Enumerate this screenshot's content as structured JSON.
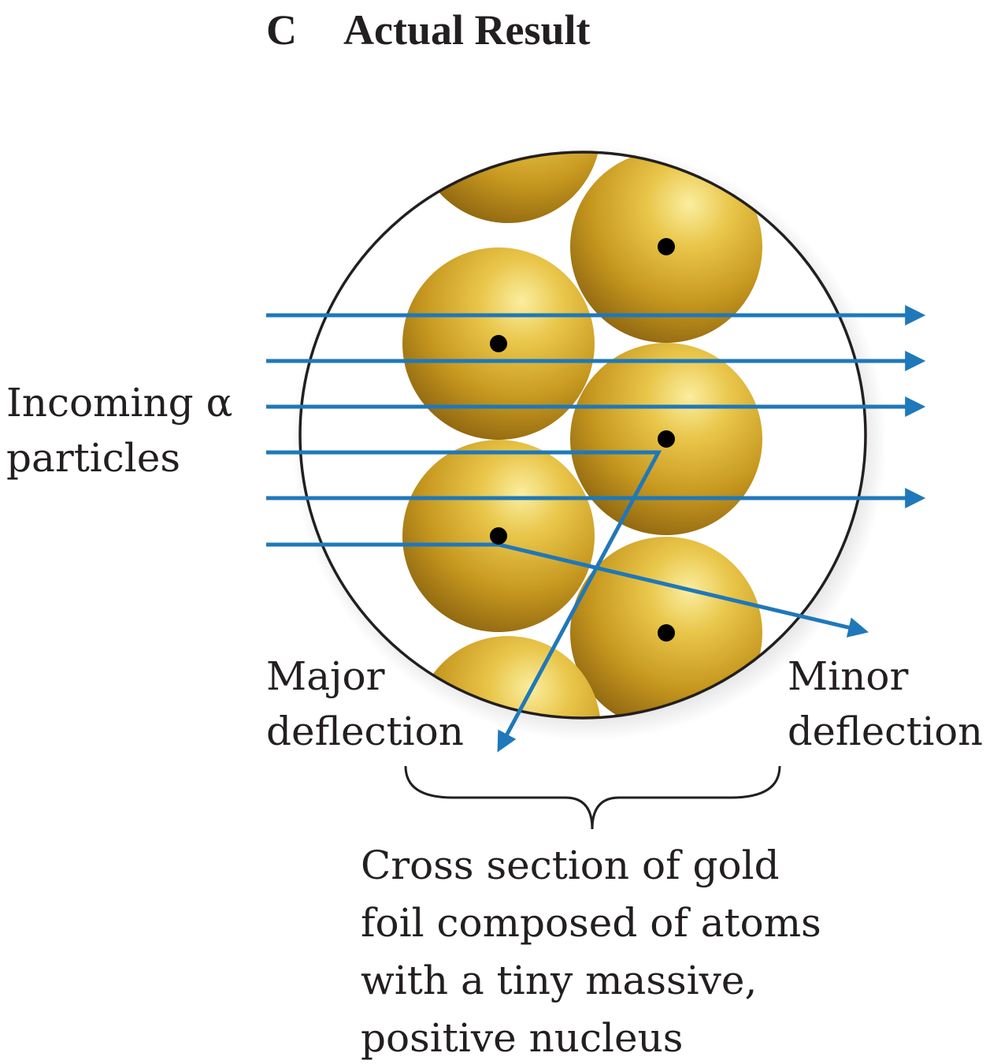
{
  "panel": {
    "letter": "C",
    "title": "Actual Result"
  },
  "labels": {
    "incoming_line1": "Incoming α",
    "incoming_line2": "particles",
    "major_line1": "Major",
    "major_line2": "deflection",
    "minor_line1": "Minor",
    "minor_line2": "deflection"
  },
  "caption": {
    "line1": "Cross section of gold",
    "line2": "foil composed of atoms",
    "line3": "with a tiny massive,",
    "line4": "positive nucleus"
  },
  "colors": {
    "gold_light": "#f3dc6a",
    "gold_mid": "#d4a52a",
    "gold_dark": "#8c6410",
    "arrow_blue": "#1f78b9",
    "nucleus": "#000000",
    "outline": "#231f20",
    "text": "#231f20"
  }
}
